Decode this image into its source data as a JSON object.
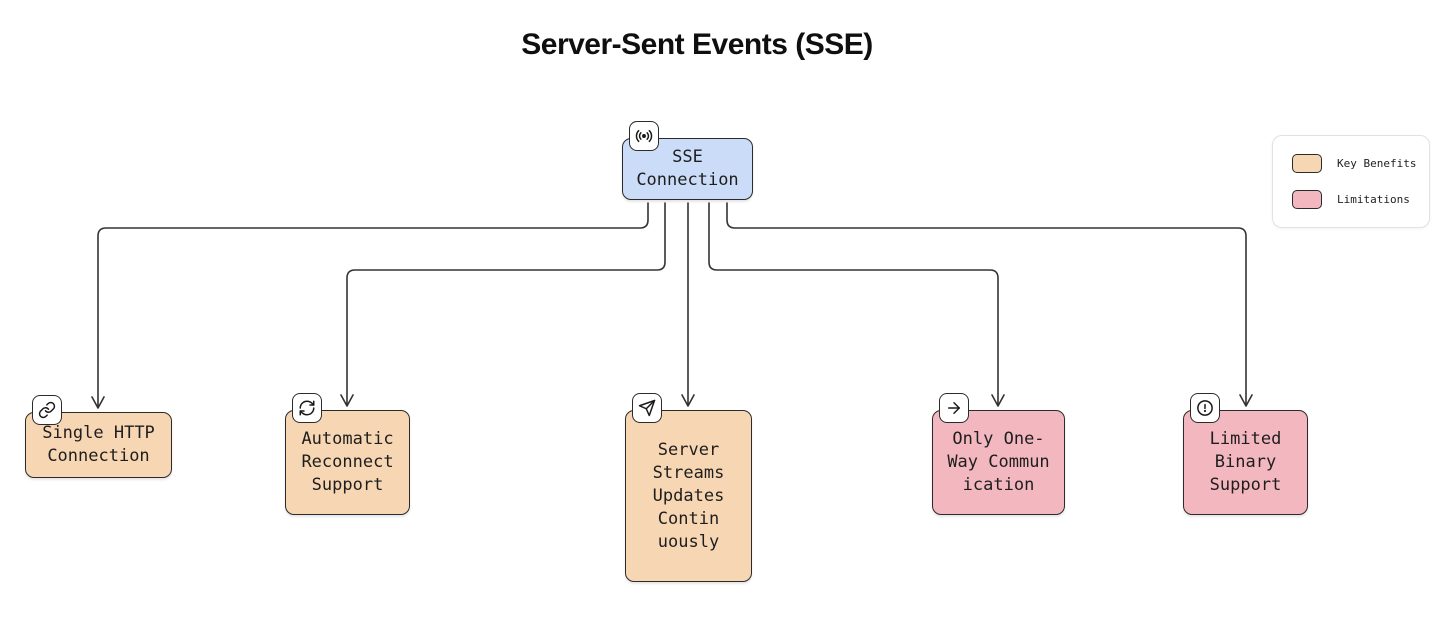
{
  "title": "Server-Sent Events (SSE)",
  "colors": {
    "root_fill": "#cbdcf8",
    "benefit_fill": "#f7d6b3",
    "limitation_fill": "#f3b7bf",
    "border": "#2b2b2b",
    "line": "#333333",
    "background": "#ffffff"
  },
  "root_node": {
    "label": "SSE\nConnection",
    "icon": "broadcast-icon",
    "type": "root"
  },
  "nodes": [
    {
      "label": "Single HTTP\nConnection",
      "icon": "link-icon",
      "type": "benefit"
    },
    {
      "label": "Automatic\nReconnect\nSupport",
      "icon": "refresh-icon",
      "type": "benefit"
    },
    {
      "label": "Server\nStreams\nUpdates\nContin\nuously",
      "icon": "send-icon",
      "type": "benefit"
    },
    {
      "label": "Only One-\nWay Commun\nication",
      "icon": "arrow-right-icon",
      "type": "limitation"
    },
    {
      "label": "Limited\nBinary\nSupport",
      "icon": "alert-circle-icon",
      "type": "limitation"
    }
  ],
  "legend": {
    "items": [
      {
        "label": "Key Benefits",
        "type": "benefit"
      },
      {
        "label": "Limitations",
        "type": "limitation"
      }
    ]
  }
}
